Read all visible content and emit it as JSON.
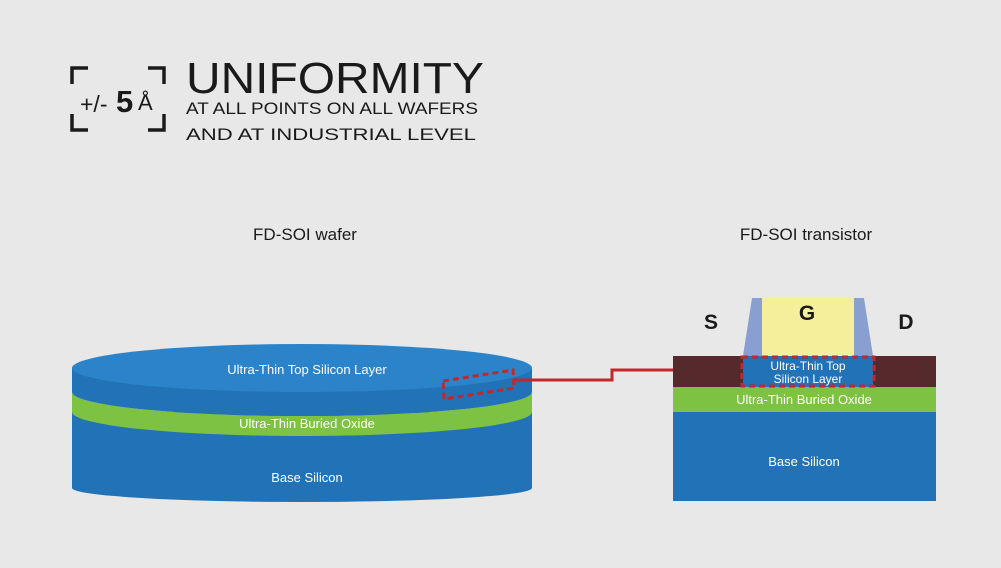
{
  "header": {
    "badge_prefix": "+/-",
    "badge_value": "5",
    "badge_unit": "Å",
    "title": "UNIFORMITY",
    "subtitle_line1": "AT ALL POINTS ON ALL WAFERS",
    "subtitle_line2": "AND AT INDUSTRIAL LEVEL"
  },
  "wafer": {
    "title": "FD-SOI wafer",
    "top_layer_label": "Ultra-Thin Top Silicon Layer",
    "oxide_label": "Ultra-Thin Buried Oxide",
    "base_label": "Base Silicon"
  },
  "transistor": {
    "title": "FD-SOI transistor",
    "source_label": "S",
    "gate_label": "G",
    "drain_label": "D",
    "top_layer_line1": "Ultra-Thin Top",
    "top_layer_line2": "Silicon Layer",
    "oxide_label": "Ultra-Thin Buried Oxide",
    "base_label": "Base Silicon"
  },
  "colors": {
    "background": "#e8e8e8",
    "silicon_blue": "#2172b6",
    "silicon_top": "#2b83c9",
    "oxide_green": "#7dc242",
    "gate_yellow": "#f5ee9a",
    "spacer_blue": "#8a9fd1",
    "sd_brown": "#56292d",
    "highlight_red": "#c1272d",
    "text_dark": "#1a1a1a"
  }
}
